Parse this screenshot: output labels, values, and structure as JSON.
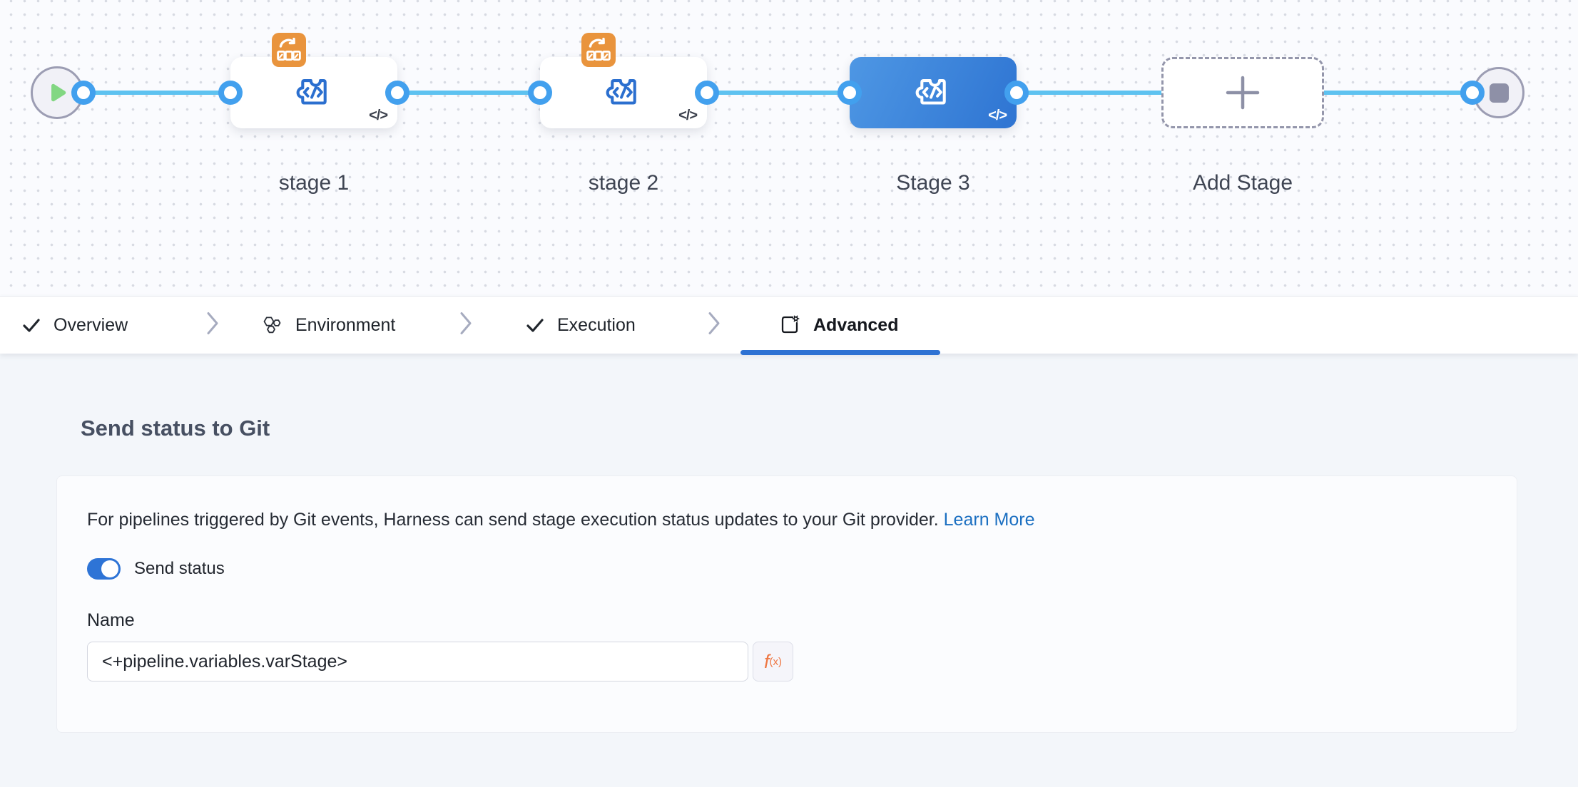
{
  "graph": {
    "stages": [
      {
        "label": "stage 1"
      },
      {
        "label": "stage 2"
      },
      {
        "label": "Stage 3"
      }
    ],
    "add_stage_label": "Add Stage",
    "code_glyph": "</>"
  },
  "tabs": {
    "items": [
      {
        "label": "Overview"
      },
      {
        "label": "Environment"
      },
      {
        "label": "Execution"
      },
      {
        "label": "Advanced"
      }
    ],
    "active": "Advanced"
  },
  "panel": {
    "title": "Send status to Git",
    "description": "For pipelines triggered by Git events, Harness can send stage execution status updates to your Git provider.",
    "learn_more_label": "Learn More",
    "toggle_label": "Send status",
    "toggle_state": "on",
    "name_label": "Name",
    "name_value": "<+pipeline.variables.varStage>",
    "expression_button_label": "f",
    "expression_button_sub": "(x)"
  },
  "colors": {
    "selected_stage_blue": "#2e74d2",
    "edge_blue": "#5ec2f0",
    "port_ring_blue": "#42a0ee",
    "tab_underline_blue": "#2e72d3",
    "toggle_blue": "#2e74d6",
    "link_blue": "#1b6fc1",
    "badge_orange": "#e9943d",
    "expression_orange": "#ee7743",
    "play_green": "#82d782",
    "stop_gray": "#8e90a7"
  }
}
